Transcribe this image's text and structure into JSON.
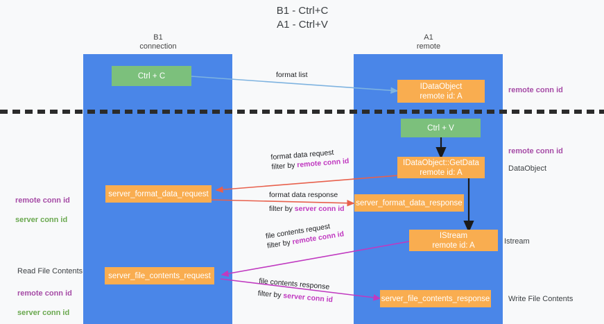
{
  "title": "B1 - Ctrl+C\nA1 - Ctrl+V",
  "lanes": [
    {
      "name": "lane-b1",
      "title": "B1\nconnection"
    },
    {
      "name": "lane-a1",
      "title": "A1\nremote"
    }
  ],
  "nodes": {
    "ctrl_c": "Ctrl + C",
    "idataobject_top": "IDataObject\nremote id: A",
    "ctrl_v": "Ctrl + V",
    "getdata": "IDataObject::GetData\nremote id: A",
    "server_format_data_request": "server_format_data_request",
    "server_format_data_response": "server_format_data_response",
    "istream": "IStream\nremote id: A",
    "server_file_contents_request": "server_file_contents_request",
    "server_file_contents_response": "server_file_contents_response"
  },
  "edges": {
    "format_list": "format list",
    "format_data_request_l1": "format data request",
    "format_data_request_l2_prefix": "filter by ",
    "format_data_request_l2_key": "remote conn id",
    "format_data_response_l1": "format data response",
    "format_data_response_l2_prefix": "filter by ",
    "format_data_response_l2_key": "server conn id",
    "file_contents_request_l1": "file contents request",
    "file_contents_request_l2_prefix": "filter by ",
    "file_contents_request_l2_key": "remote conn id",
    "file_contents_response_l1": "file contents response",
    "file_contents_response_l2_prefix": "filter by ",
    "file_contents_response_l2_key": "server conn id"
  },
  "side_labels": {
    "right_remote_conn_id_top": "remote conn id",
    "right_remote_conn_id_mid": "remote conn id",
    "right_dataobject": "DataObject",
    "right_istream": "Istream",
    "right_write_file_contents": "Write File Contents",
    "left_remote_conn_id": "remote conn id",
    "left_server_conn_id": "server conn id",
    "left_read_file_contents": "Read File Contents",
    "left_remote_conn_id_2": "remote conn id",
    "left_server_conn_id_2": "server conn id"
  },
  "colors": {
    "lane": "#4a86e8",
    "green_node": "#7cc07c",
    "orange_node": "#f9ad50",
    "purple": "#a64ca6",
    "green_text": "#6aa84f",
    "magenta": "#c039c0",
    "red_arrow": "#e8604c",
    "blue_arrow": "#9fc5e8",
    "divider": "#2b2b2b",
    "background": "#f8f9fa"
  }
}
